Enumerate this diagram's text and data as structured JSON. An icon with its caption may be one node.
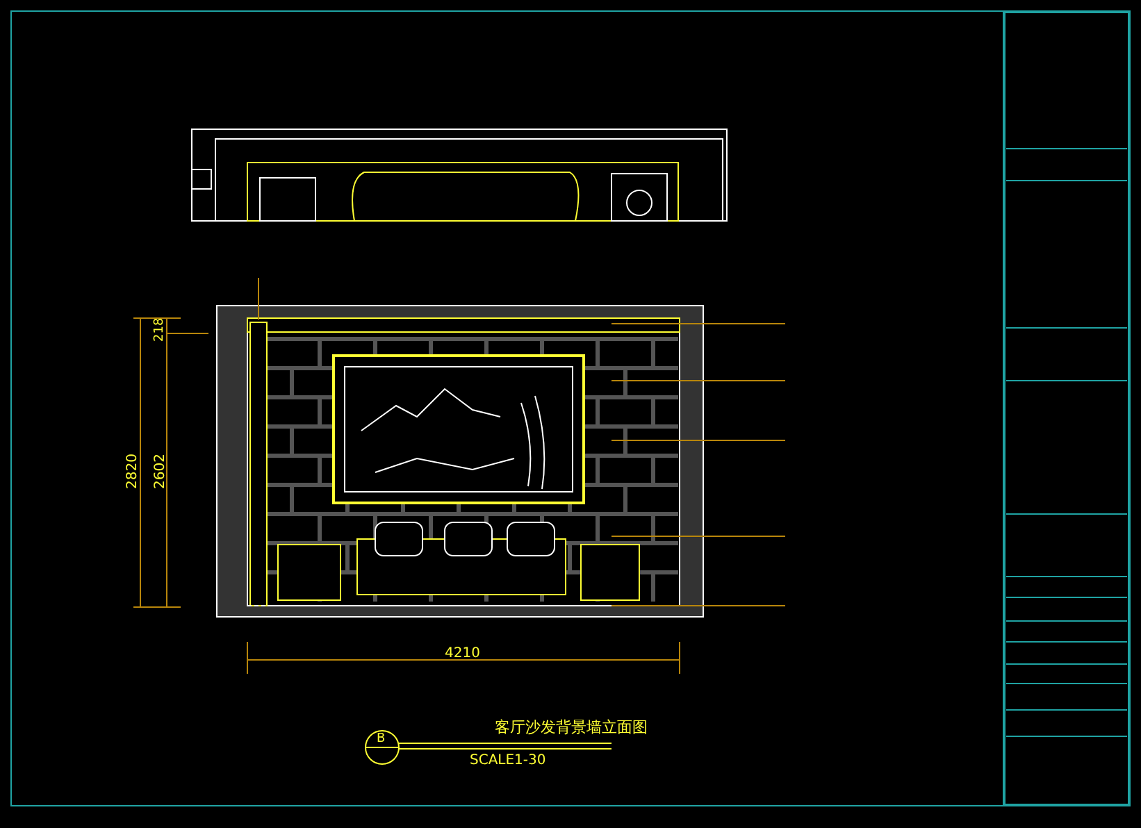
{
  "diagram": {
    "title": "客厅沙发背景墙立面图",
    "labels": [
      "218",
      "2602",
      "2820",
      "4210",
      "B",
      "SCALE1-30"
    ]
  }
}
